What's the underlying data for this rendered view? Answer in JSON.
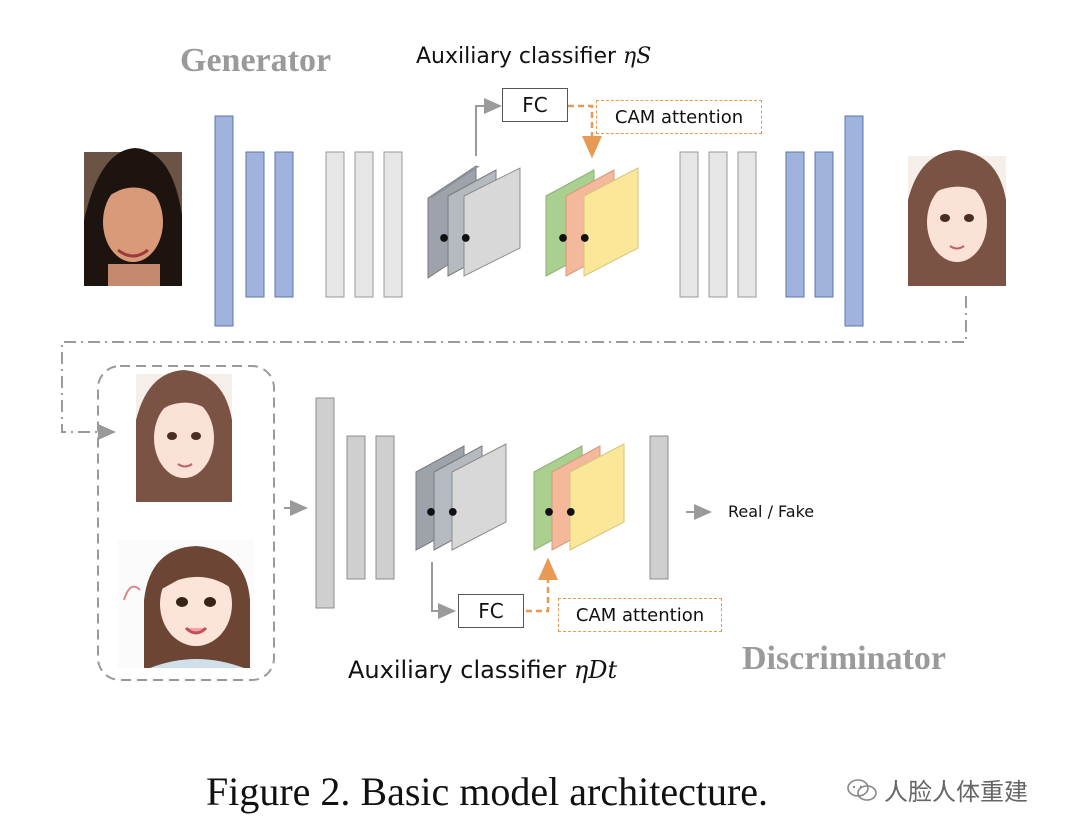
{
  "labels": {
    "generator": "Generator",
    "discriminator": "Discriminator",
    "aux_top_text": "Auxiliary classifier ",
    "aux_top_symbol": "ηS",
    "aux_bot_text": "Auxiliary classifier ",
    "aux_bot_symbol": "ηDt",
    "fc": "FC",
    "cam_attention": "CAM attention",
    "real_fake": "Real / Fake",
    "dots": "• •"
  },
  "caption": "Figure 2. Basic model architecture.",
  "watermark": "人脸人体重建",
  "colors": {
    "blue_layer": "#9fb3dd",
    "gray_light": "#e5e5e5",
    "gray_dark": "#bcbcbc",
    "feature_green": "#a9d08e",
    "feature_orange": "#f4b99a",
    "feature_yellow": "#fbe79a",
    "dashed_orange": "#e69a55",
    "connector_gray": "#9a9a9a"
  }
}
